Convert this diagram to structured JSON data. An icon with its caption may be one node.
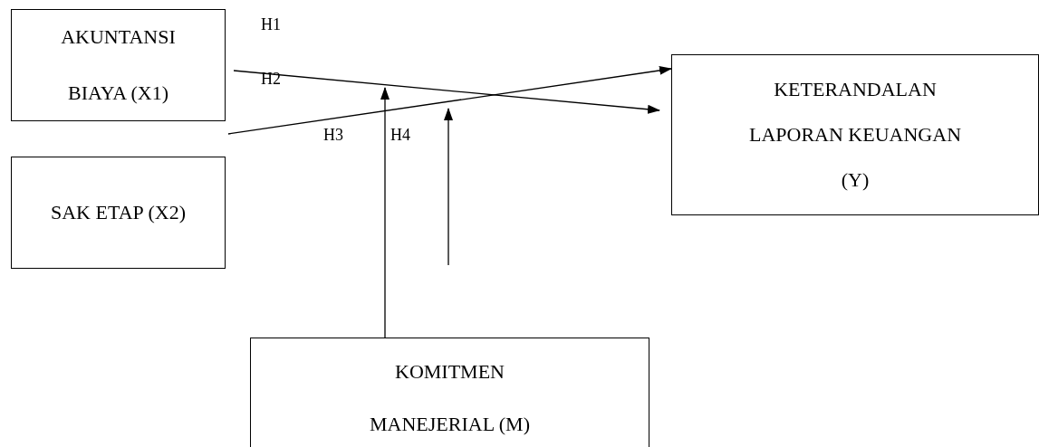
{
  "diagram": {
    "nodes": [
      {
        "text": [
          "AKUNTANSI BIAYA (X1)"
        ]
      },
      {
        "text": [
          "SAK ETAP (X2)"
        ]
      },
      {
        "text": [
          "KETERANDALAN LAPORAN KEUANGAN (Y)"
        ]
      },
      {
        "text": [
          "KOMITMEN MANEJERIAL (M)"
        ]
      }
    ],
    "edges": [
      {
        "from": 0,
        "to": 2,
        "arrow": "to"
      },
      {
        "from": null,
        "to": 2,
        "arrow": "to"
      },
      {
        "from": 3,
        "to": null,
        "arrow": "to"
      }
    ],
    "labels": [
      "H1",
      "H2",
      "H3",
      "H4"
    ]
  }
}
